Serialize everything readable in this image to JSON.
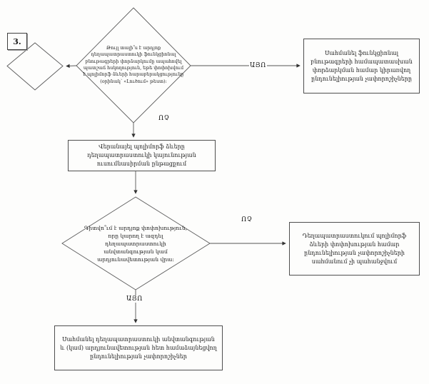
{
  "figure": {
    "number": "3.",
    "labels": {
      "yes": "ԱՅՈ",
      "no": "ՈՉ"
    },
    "nodes": {
      "decision_performance": "Թույլ տալի՞ս է արդյոք դեղապատրաստուկի ֆունկցիոնալ բնութագրերի փորձարկումը ապահովել պատշաճ հսկողություն, եթե փոփոխվում է պոլիմորֆ ձևերի հարաբերակցությունը (օրինակ՝ «Լուծում» թեստ):",
      "action_establish_performance_criteria": "Սահմանել ֆունկցիոնալ բնութագրերի համապատասխան փորձարկման համար կիրառվող ընդունելիության չափորոշիչները",
      "action_monitor_stability": "Վերանայել պոլիմորֆ ձևերը դեղապատրաստուկի կայունության ուսումնասիրման ընթացքում",
      "decision_safety_efficacy": "Դիտվո՞ւմ է արդյոք փոփոխություն, որը կարող է ազդել դեղապատրաստուկի անվտանգության կամ արդյունավետության վրա:",
      "action_no_criteria_needed": "Դեղապատրաստուկում պոլիմորֆ ձևերի փոփոխության համար ընդունելիության չափորոշիչների սահմանում չի պահանջվում",
      "action_establish_safety_criteria": "Սահմանել դեղապատրաստուկի անվտանգության և (կամ) արդյունավետության հետ համաձայնեցվող ընդունելիության չափորոշիչներ"
    }
  }
}
